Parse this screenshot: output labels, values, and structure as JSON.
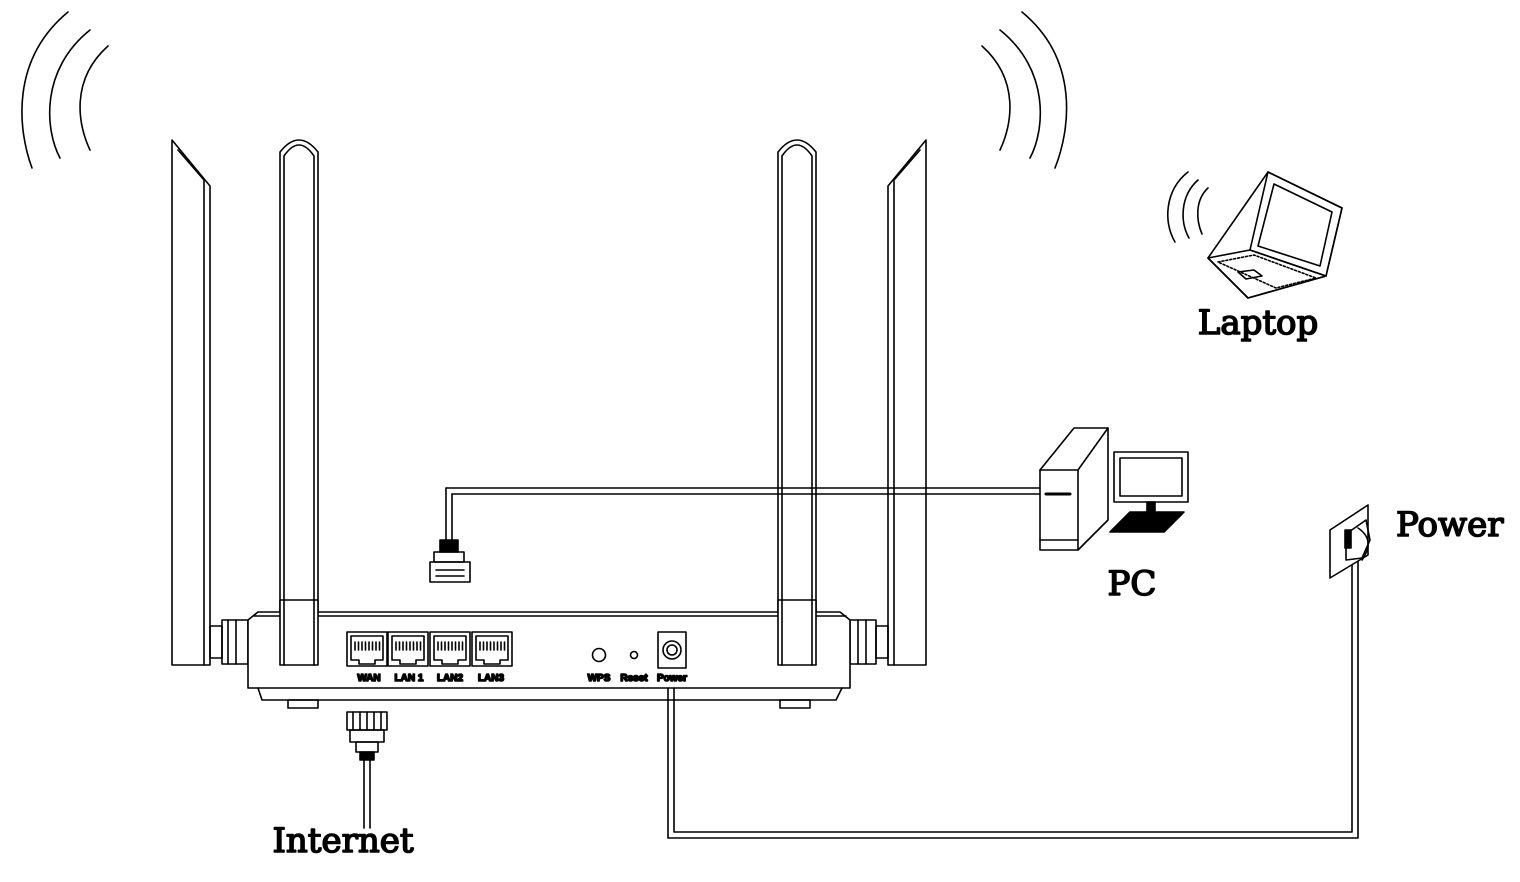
{
  "labels": {
    "laptop": "Laptop",
    "pc": "PC",
    "power": "Power",
    "internet": "Internet"
  },
  "router": {
    "ports": [
      "WAN",
      "LAN 1",
      "LAN2",
      "LAN3"
    ],
    "wps": "WPS",
    "reset": "Reset",
    "power": "Power"
  },
  "colors": {
    "line": "#000000",
    "background": "#ffffff"
  }
}
